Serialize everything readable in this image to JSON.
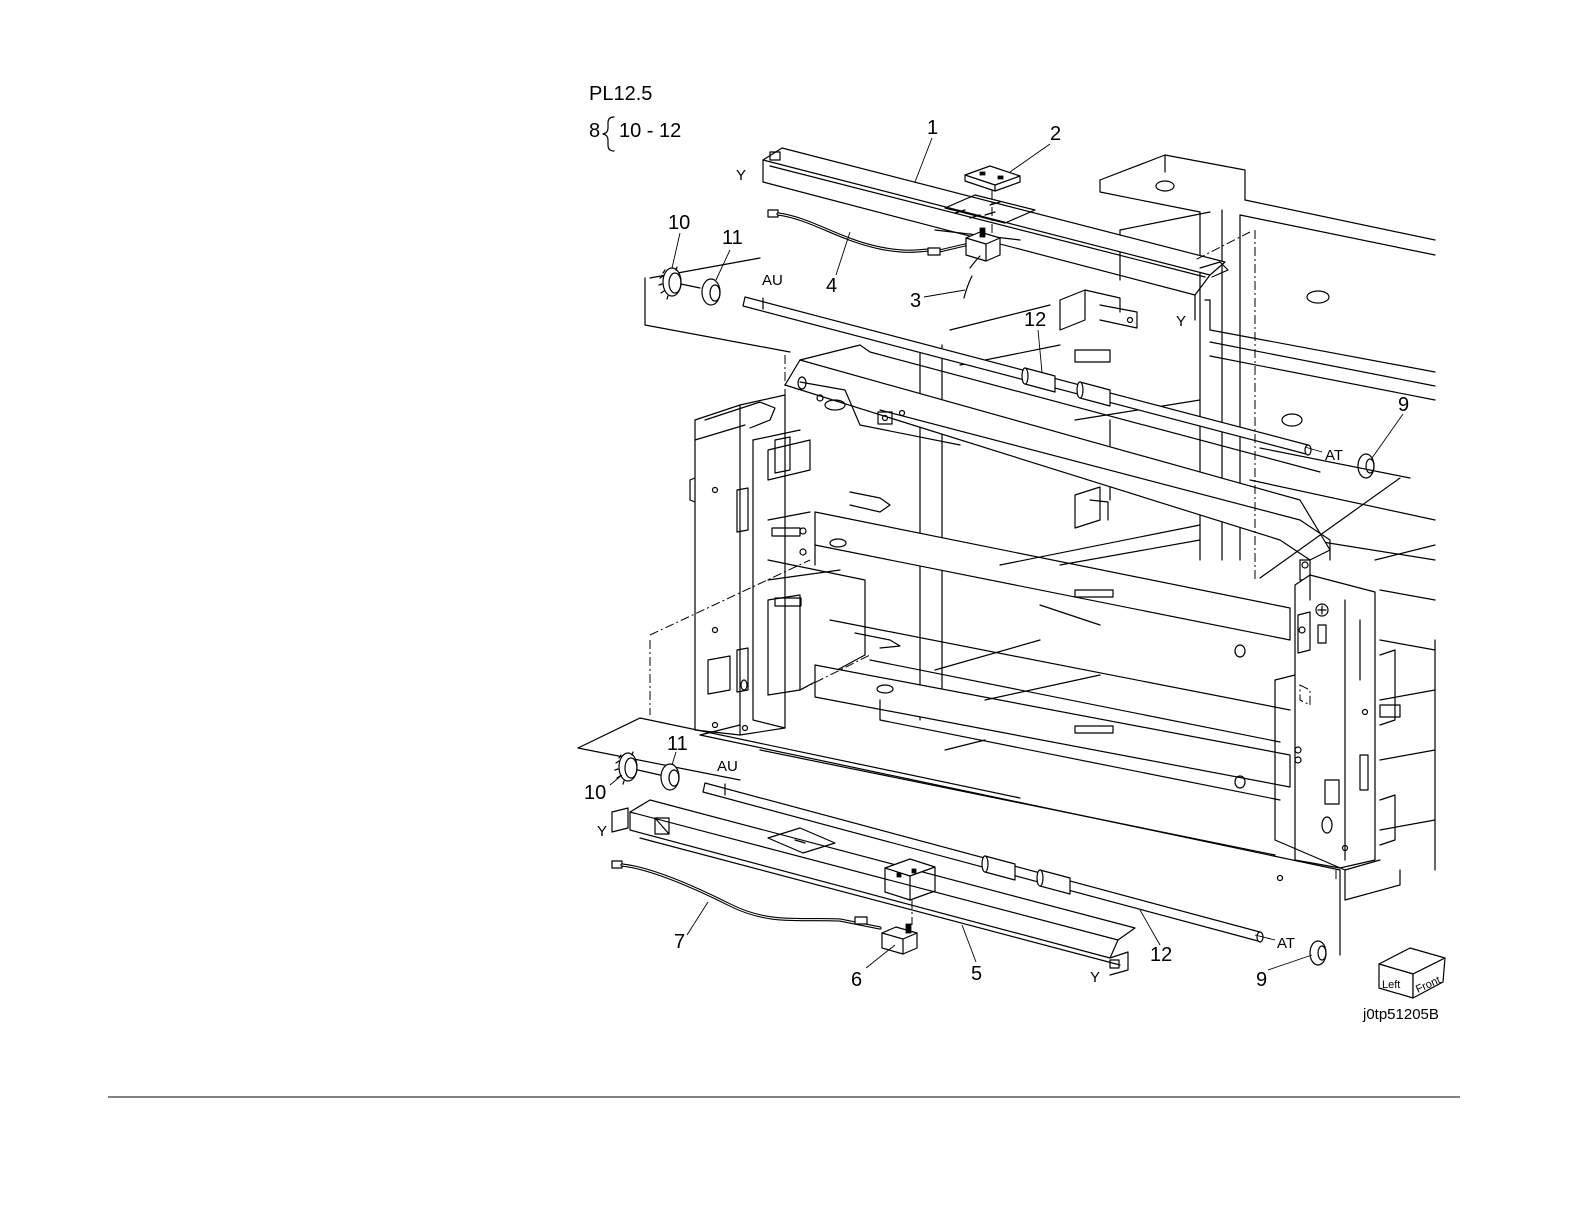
{
  "header": {
    "plate": "PL12.5",
    "kit_item": "8",
    "kit_range": "10 - 12"
  },
  "callouts": {
    "c1": "1",
    "c2": "2",
    "c3": "3",
    "c4": "4",
    "c5": "5",
    "c6": "6",
    "c7": "7",
    "c9a": "9",
    "c9b": "9",
    "c10a": "10",
    "c10b": "10",
    "c11a": "11",
    "c11b": "11",
    "c12a": "12",
    "c12b": "12"
  },
  "markers": {
    "y1": "Y",
    "y2": "Y",
    "y3": "Y",
    "y4": "Y",
    "au1": "AU",
    "au2": "AU",
    "at1": "AT",
    "at2": "AT"
  },
  "orientation": {
    "left": "Left",
    "front": "Front"
  },
  "figure_ref": "j0tp51205B"
}
